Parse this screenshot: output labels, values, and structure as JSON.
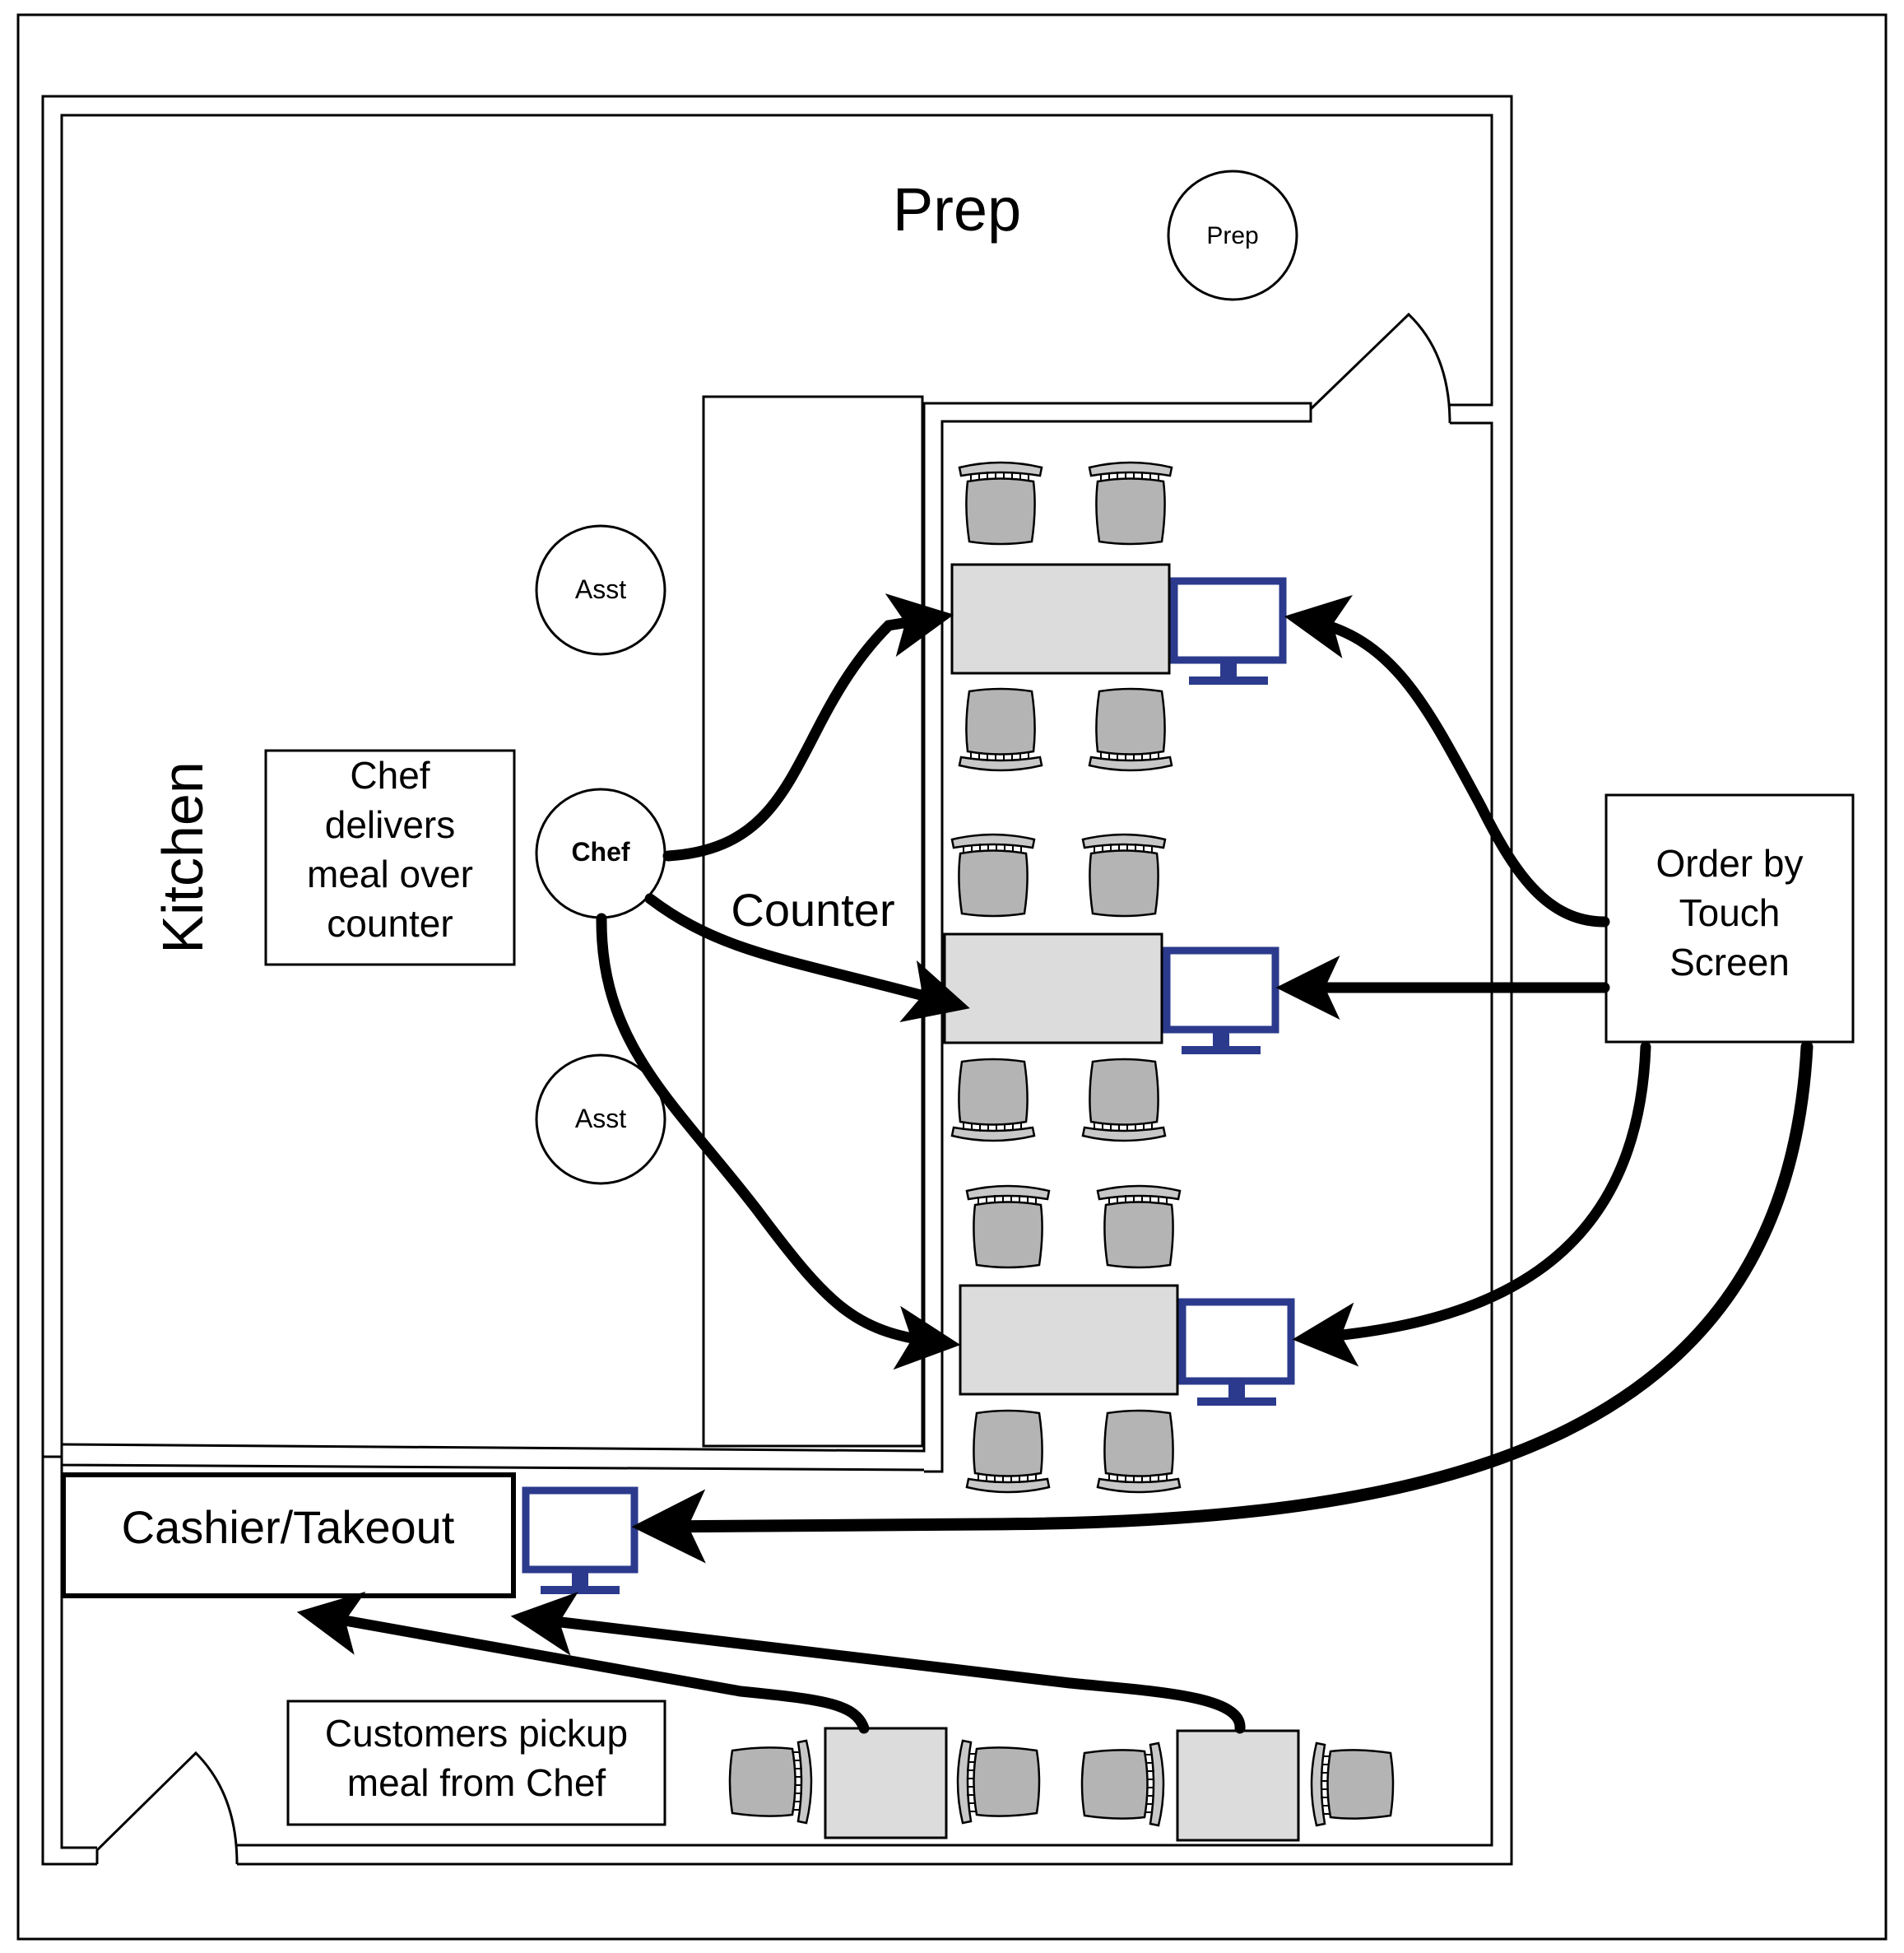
{
  "labels": {
    "prep_area": "Prep",
    "prep_station": "Prep",
    "kitchen": "Kitchen",
    "counter": "Counter",
    "asst_top": "Asst",
    "asst_bottom": "Asst",
    "chef": "Chef",
    "chef_note_lines": [
      "Chef",
      "delivers",
      "meal over",
      "counter"
    ],
    "order_lines": [
      "Order by",
      "Touch",
      "Screen"
    ],
    "cashier": "Cashier/Takeout",
    "pickup_lines": [
      "Customers pickup",
      "meal from Chef"
    ]
  },
  "colors": {
    "monitor": "#2b3a8c",
    "table_fill": "#dcdcdc",
    "chair_fill": "#b4b4b4"
  }
}
